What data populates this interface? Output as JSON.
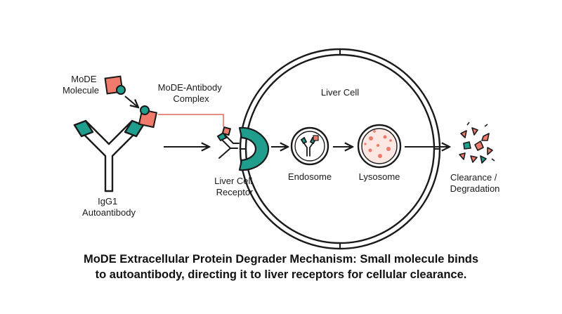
{
  "labels": {
    "mode_molecule": [
      "MoDE",
      "Molecule"
    ],
    "complex": [
      "MoDE-Antibody",
      "Complex"
    ],
    "igg1": [
      "IgG1",
      "Autoantibody"
    ],
    "receptor": [
      "Liver Cell",
      "Receptor"
    ],
    "liver_cell": "Liver Cell",
    "endosome": "Endosome",
    "lysosome": "Lysosome",
    "clearance": [
      "Clearance /",
      "Degradation"
    ]
  },
  "caption": [
    "MoDE Extracellular Protein Degrader Mechanism: Small molecule binds",
    "to autoantibody, directing it to liver receptors for cellular clearance."
  ],
  "colors": {
    "molecule": "#f07a6c",
    "antibody_arm": "#1f9e8e",
    "receptor": "#1f9e8e",
    "outline": "#1a1a1a",
    "lysosome_fill": "#fde7e3"
  }
}
